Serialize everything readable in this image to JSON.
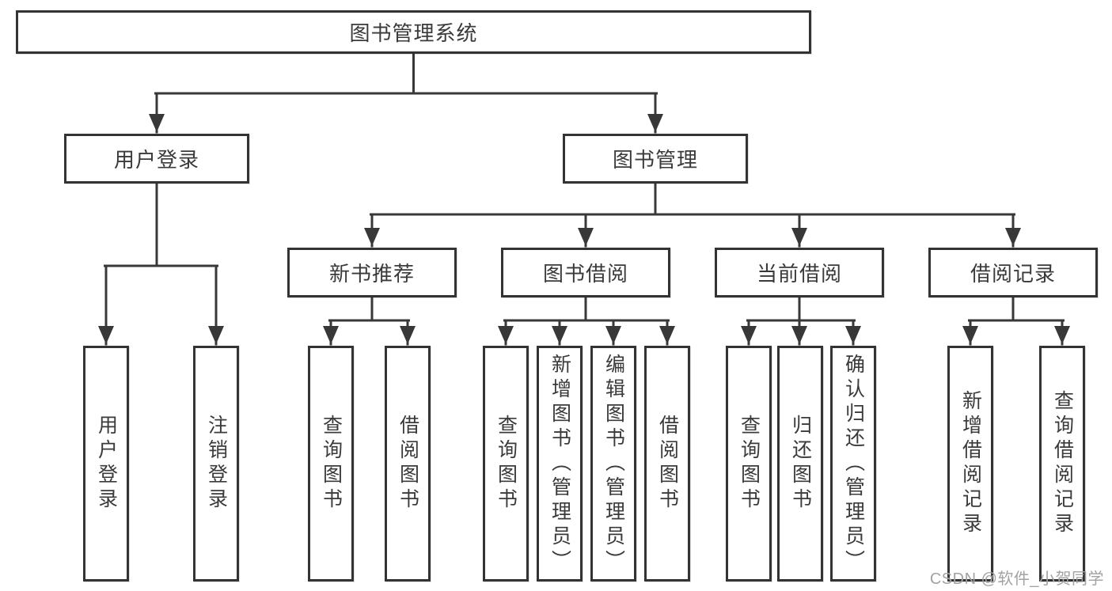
{
  "diagram": {
    "root": "图书管理系统",
    "branches": [
      {
        "label": "用户登录",
        "children": [
          "用户登录",
          "注销登录"
        ]
      },
      {
        "label": "图书管理",
        "children": [
          {
            "label": "新书推荐",
            "children": [
              "查询图书",
              "借阅图书"
            ]
          },
          {
            "label": "图书借阅",
            "children": [
              "查询图书",
              "新增图书（管理员）",
              "编辑图书（管理员）",
              "借阅图书"
            ]
          },
          {
            "label": "当前借阅",
            "children": [
              "查询图书",
              "归还图书",
              "确认归还（管理员）"
            ]
          },
          {
            "label": "借阅记录",
            "children": [
              "新增借阅记录",
              "查询借阅记录"
            ]
          }
        ]
      }
    ]
  },
  "watermark": "CSDN @软件_小贺同学",
  "colors": {
    "line": "#383838",
    "box_border": "#333333",
    "text": "#3a3a3a",
    "watermark": "#a2a2a2",
    "background": "#ffffff"
  }
}
